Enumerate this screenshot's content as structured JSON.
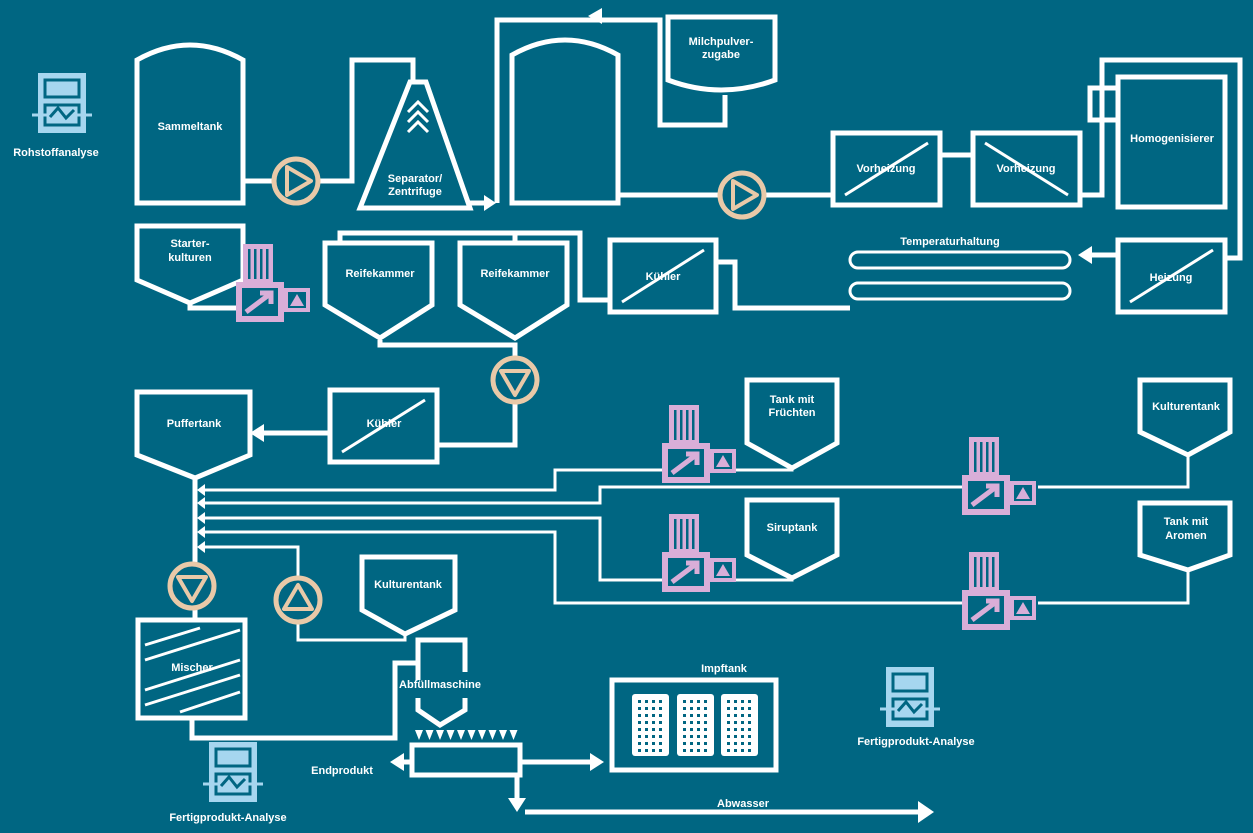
{
  "title": "Joghurt-Produktionsprozess",
  "colors": {
    "background": "#006682",
    "line": "#ffffff",
    "pump": "#e9c9a8",
    "valve": "#d9aed8",
    "analyzer": "#a6d6ef"
  },
  "labels": {
    "rohstoffanalyse": "Rohstoffanalyse",
    "sammeltank": "Sammeltank",
    "separator_1": "Separator/",
    "separator_2": "Zentrifuge",
    "milchpulver_1": "Milchpulver-",
    "milchpulver_2": "zugabe",
    "vorheizung_1": "Vorheizung",
    "vorheizung_2": "Vorheizung",
    "homogenisierer": "Homogenisierer",
    "temperaturhaltung": "Temperaturhaltung",
    "heizung": "Heizung",
    "kuehler_1": "Kühler",
    "starter_1": "Starter-",
    "starter_2": "kulturen",
    "reifekammer_1": "Reifekammer",
    "reifekammer_2": "Reifekammer",
    "kuehler_2": "Kühler",
    "puffertank": "Puffertank",
    "fruechte_1": "Tank mit",
    "fruechte_2": "Früchten",
    "kulturentank_right": "Kulturentank",
    "siruptank": "Siruptank",
    "aromen_1": "Tank mit",
    "aromen_2": "Aromen",
    "kulturentank_left": "Kulturentank",
    "mischer": "Mischer",
    "abfuellmaschine": "Abfüllmaschine",
    "endprodukt": "Endprodukt",
    "impftank": "Impftank",
    "abwasser": "Abwasser",
    "fertigprodukt_1": "Fertigprodukt-Analyse",
    "fertigprodukt_2": "Fertigprodukt-Analyse"
  }
}
